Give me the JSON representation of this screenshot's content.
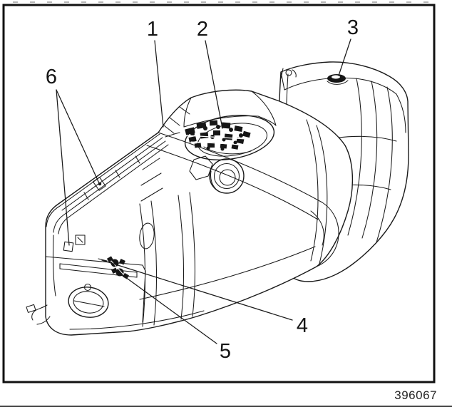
{
  "diagram": {
    "figure_number": "396067",
    "callouts": [
      {
        "label": "1"
      },
      {
        "label": "2"
      },
      {
        "label": "3"
      },
      {
        "label": "4"
      },
      {
        "label": "5"
      },
      {
        "label": "6"
      }
    ]
  },
  "colors": {
    "ink": "#1a1a1a",
    "paper": "#ffffff",
    "frame": "#111111",
    "divider": "#333333"
  }
}
